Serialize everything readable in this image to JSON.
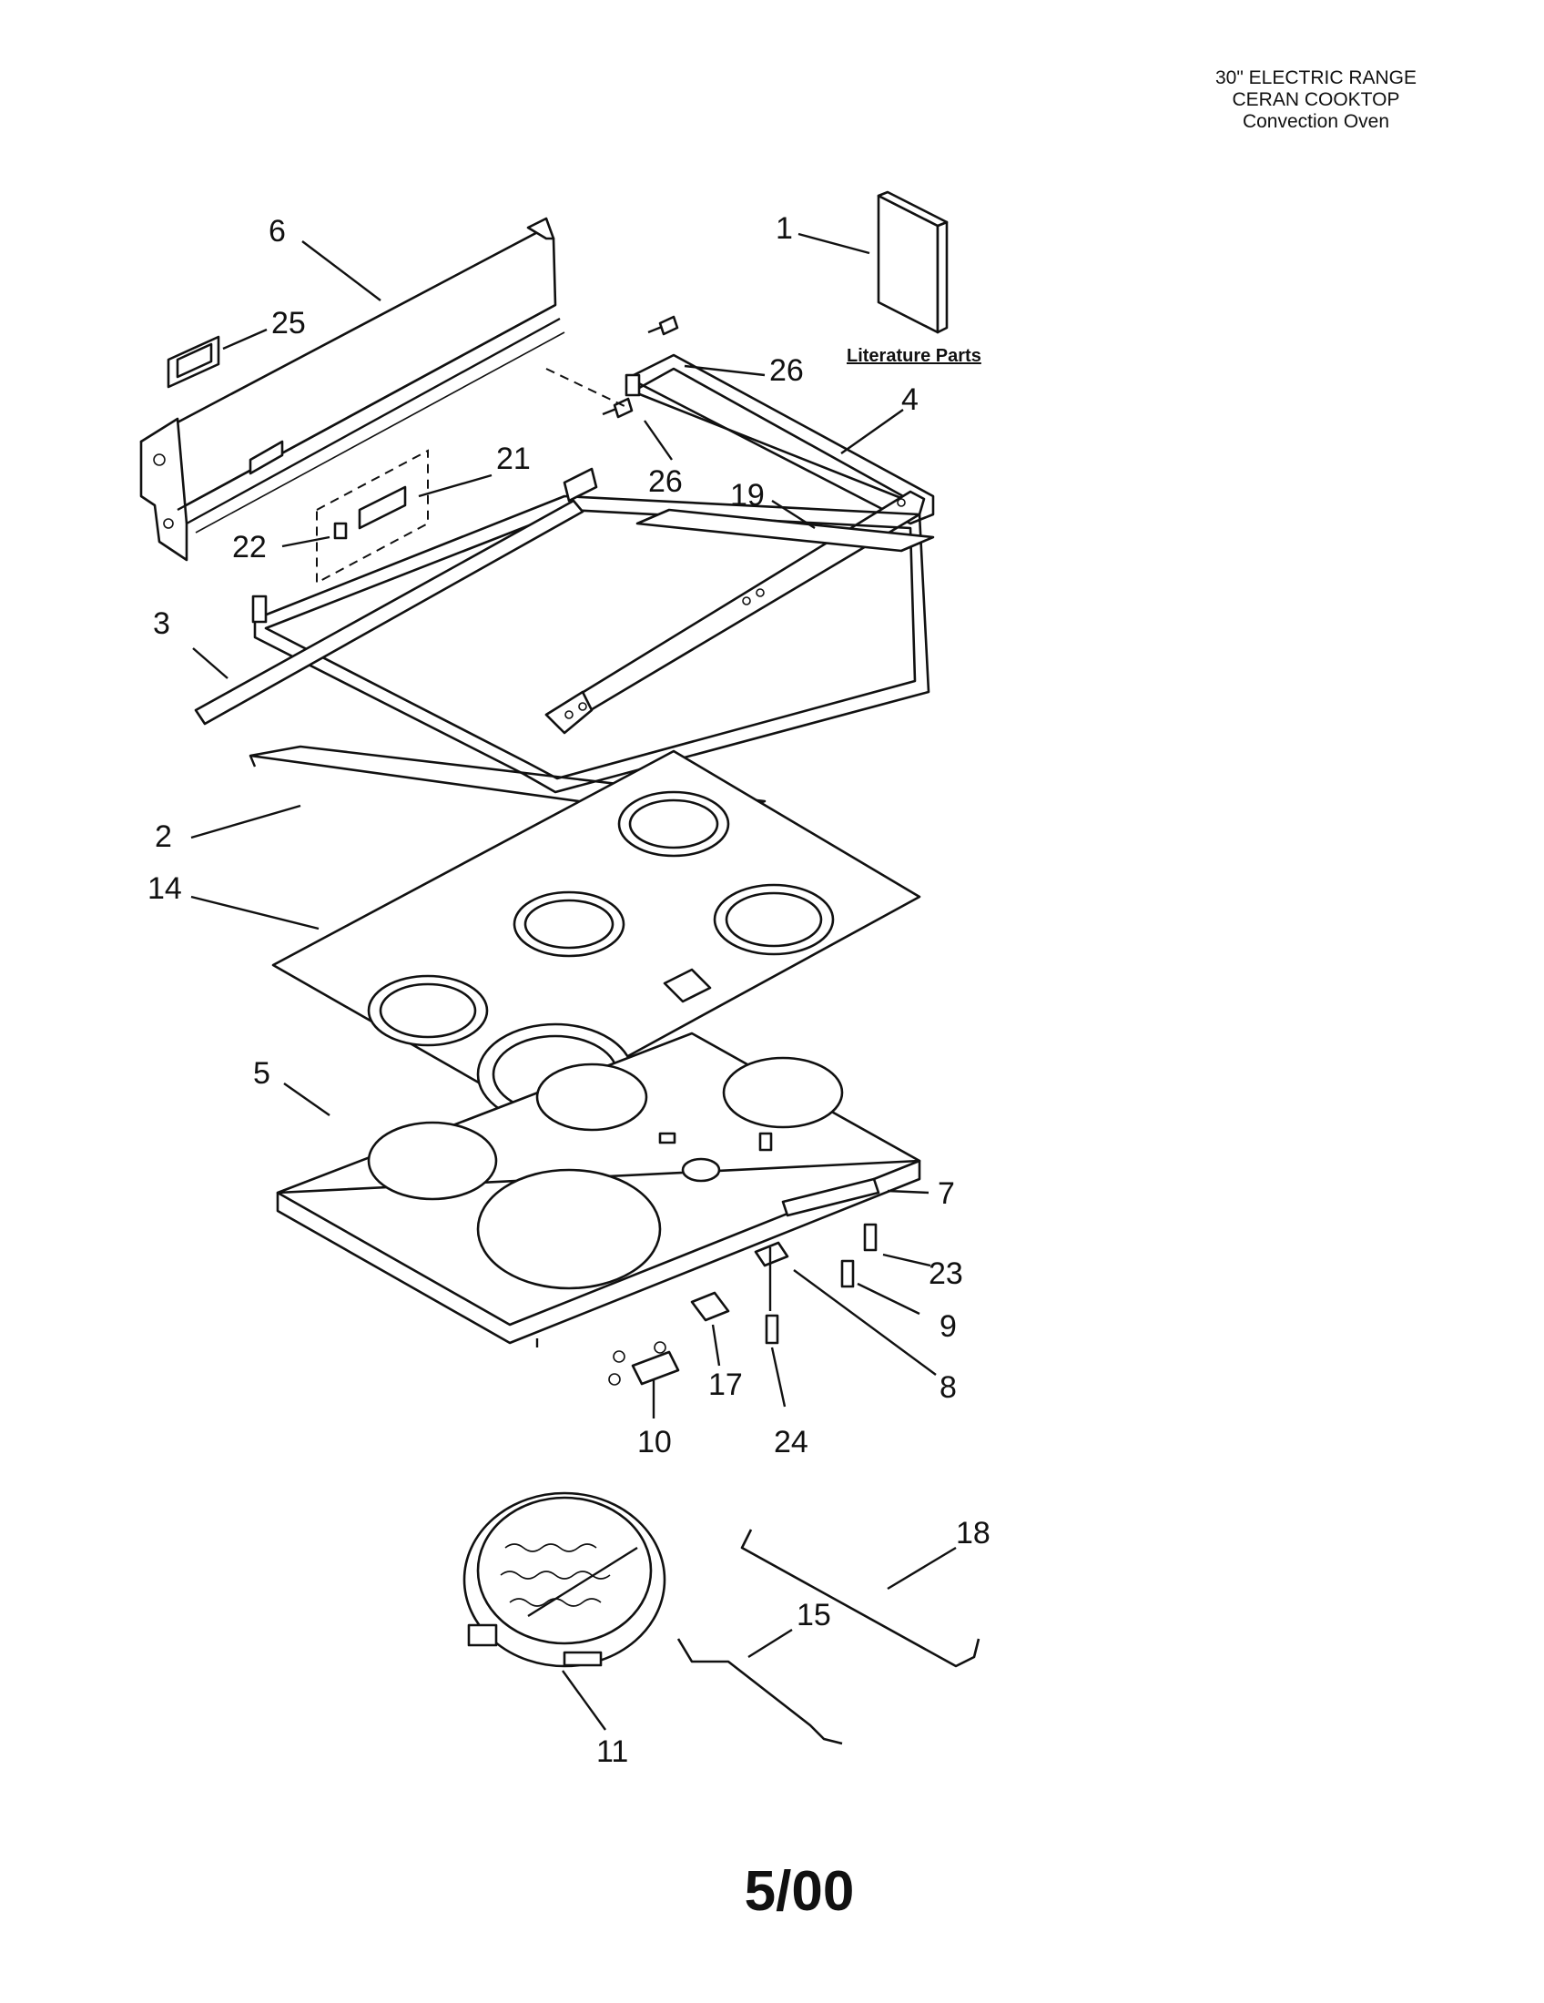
{
  "header": {
    "line1": "30\" ELECTRIC RANGE",
    "line2": "CERAN COOKTOP",
    "line3": "Convection Oven"
  },
  "literature_label": "Literature Parts",
  "callouts": {
    "c1": "1",
    "c2": "2",
    "c3": "3",
    "c4": "4",
    "c5": "5",
    "c6": "6",
    "c7": "7",
    "c8": "8",
    "c9": "9",
    "c10": "10",
    "c11": "11",
    "c14": "14",
    "c15": "15",
    "c17": "17",
    "c18": "18",
    "c19": "19",
    "c21": "21",
    "c22": "22",
    "c23": "23",
    "c24": "24",
    "c25": "25",
    "c26a": "26",
    "c26b": "26"
  },
  "footer": {
    "date_code": "5/00"
  }
}
